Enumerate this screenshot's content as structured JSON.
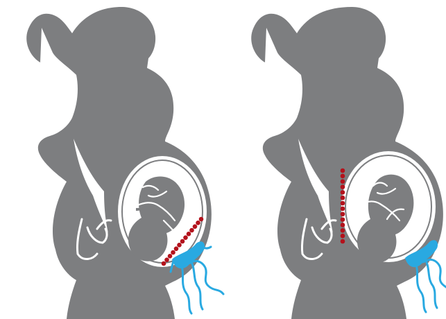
{
  "figure": {
    "panels": [
      {
        "id": "left",
        "incision": "diagonal"
      },
      {
        "id": "right",
        "incision": "vertical"
      }
    ]
  },
  "colors": {
    "silhouette": "#7d7e80",
    "uterus": "#ffffff",
    "fetus": "#7d7e80",
    "incision": "#b3121c",
    "vessels": "#29a9e1"
  }
}
